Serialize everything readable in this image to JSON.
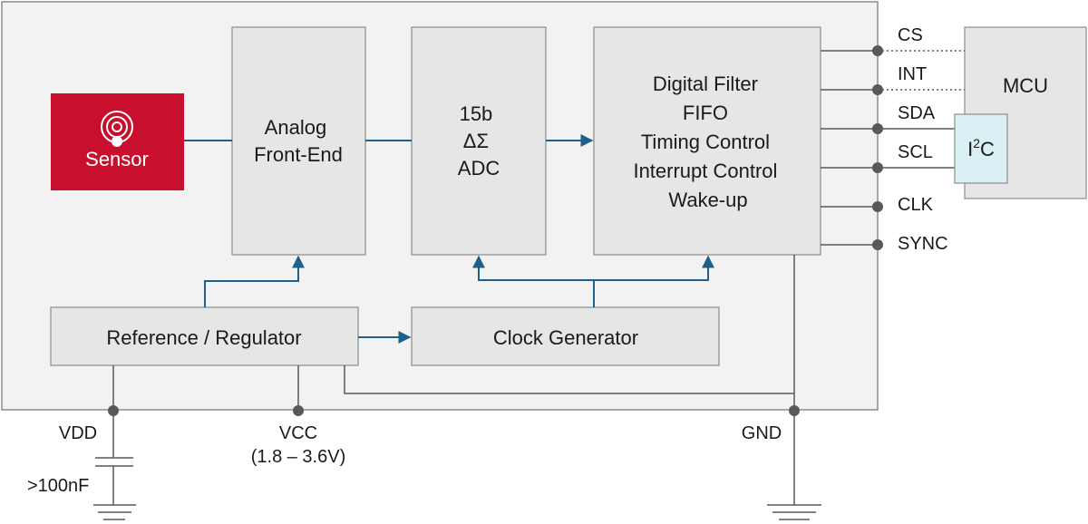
{
  "sensor": {
    "label": "Sensor"
  },
  "blocks": {
    "afe": [
      "Analog",
      "Front-End"
    ],
    "adc": [
      "15b",
      "ΔΣ",
      "ADC"
    ],
    "digital": [
      "Digital Filter",
      "FIFO",
      "Timing Control",
      "Interrupt Control",
      "Wake-up"
    ],
    "reference": "Reference / Regulator",
    "clock": "Clock Generator"
  },
  "mcu": {
    "label": "MCU",
    "i2c_main": "I",
    "i2c_sup": "2",
    "i2c_tail": "C"
  },
  "pins": {
    "cs": "CS",
    "int": "INT",
    "sda": "SDA",
    "scl": "SCL",
    "clk": "CLK",
    "sync": "SYNC",
    "vdd": "VDD",
    "vcc": "VCC",
    "vcc_range": "(1.8 – 3.6V)",
    "gnd": "GND"
  },
  "components": {
    "capacitor": ">100nF"
  },
  "colors": {
    "sensor_red": "#C8102E",
    "signal_blue": "#1F5F8B",
    "block_fill": "#E6E6E6",
    "chip_fill": "#F2F2F2",
    "i2c_fill": "#D9F0F5",
    "wire_gray": "#595959"
  }
}
